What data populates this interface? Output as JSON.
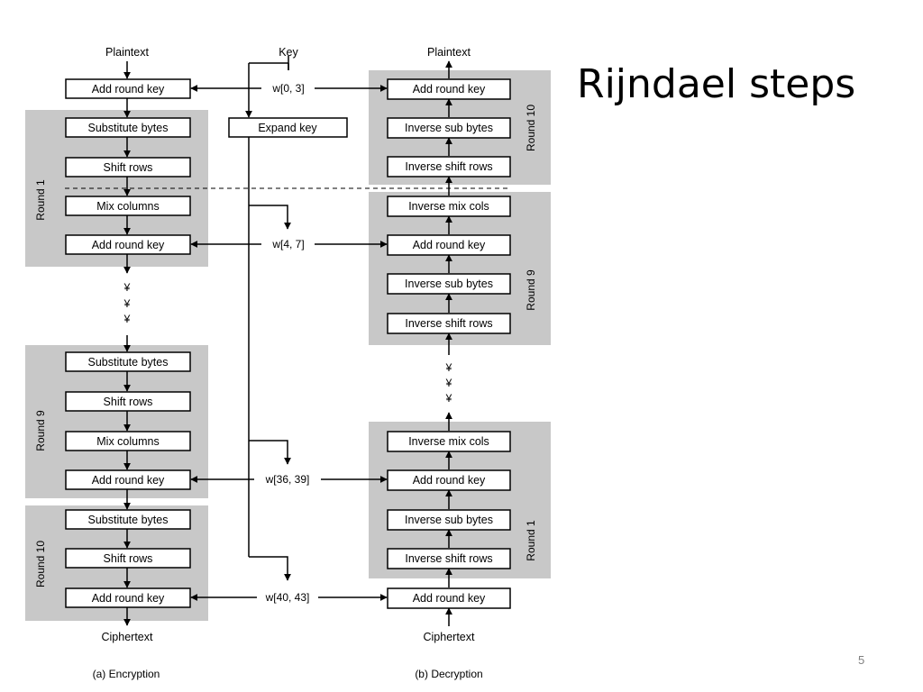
{
  "slide": {
    "title": "Rijndael steps",
    "page_number": "5"
  },
  "encryption": {
    "caption": "(a) Encryption",
    "input_label": "Plaintext",
    "output_label": "Ciphertext",
    "initial_step": "Add round key",
    "ellipsis": "¥",
    "rounds": [
      {
        "label": "Round 1",
        "steps": [
          "Substitute bytes",
          "Shift rows",
          "Mix columns",
          "Add round key"
        ]
      },
      {
        "label": "Round 9",
        "steps": [
          "Substitute bytes",
          "Shift rows",
          "Mix columns",
          "Add round key"
        ]
      },
      {
        "label": "Round 10",
        "steps": [
          "Substitute bytes",
          "Shift rows",
          "Add round key"
        ]
      }
    ]
  },
  "key_schedule": {
    "input_label": "Key",
    "expand_label": "Expand key",
    "words": [
      "w[0, 3]",
      "w[4, 7]",
      "w[36, 39]",
      "w[40, 43]"
    ]
  },
  "decryption": {
    "caption": "(b) Decryption",
    "input_label": "Ciphertext",
    "output_label": "Plaintext",
    "initial_step": "Add round key",
    "ellipsis": "¥",
    "rounds": [
      {
        "label": "Round 10",
        "steps": [
          "Add round key",
          "Inverse sub bytes",
          "Inverse shift rows"
        ]
      },
      {
        "label": "Round 9",
        "steps": [
          "Inverse mix cols",
          "Add round key",
          "Inverse sub bytes",
          "Inverse shift rows"
        ]
      },
      {
        "label": "Round 1",
        "steps": [
          "Inverse mix cols",
          "Add round key",
          "Inverse sub bytes",
          "Inverse shift rows"
        ]
      }
    ]
  },
  "colors": {
    "round_panel": "#c8c8c8",
    "line": "#000000",
    "box_fill": "#ffffff"
  }
}
